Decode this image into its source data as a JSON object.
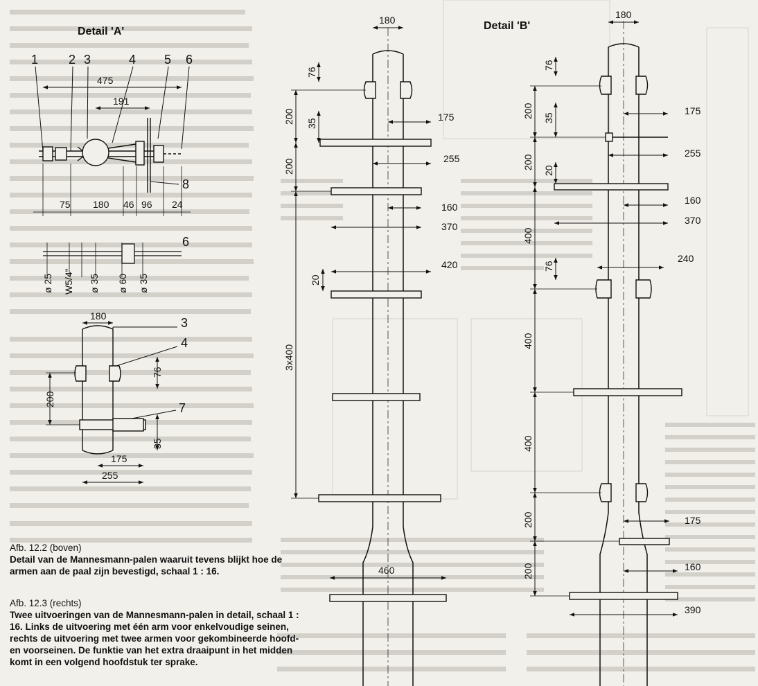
{
  "detail_a": {
    "title": "Detail 'A'",
    "part_labels": [
      "1",
      "2",
      "3",
      "4",
      "5",
      "6"
    ],
    "label_8": "8",
    "label_6b": "6",
    "label_3b": "3",
    "label_4b": "4",
    "label_7": "7",
    "dims": {
      "d475": "475",
      "d191": "191",
      "d75": "75",
      "d180": "180",
      "d46": "46",
      "d96": "96",
      "d24": "24",
      "phi25": "ø 25",
      "w": "W5/4\"",
      "phi35a": "ø 35",
      "phi60": "ø 60",
      "phi35b": "ø 35",
      "s180": "180",
      "s76": "76",
      "s200": "200",
      "s35": "35",
      "s175": "175",
      "s255": "255"
    }
  },
  "detail_mid": {
    "dims": {
      "d180": "180",
      "d76": "76",
      "d200a": "200",
      "d35": "35",
      "d175": "175",
      "d200b": "200",
      "d255": "255",
      "d160": "160",
      "d370": "370",
      "d420": "420",
      "d20": "20",
      "d3x400": "3x400",
      "d460": "460"
    }
  },
  "detail_b": {
    "title": "Detail 'B'",
    "dims": {
      "d180": "180",
      "d76a": "76",
      "d200a": "200",
      "d35": "35",
      "d175a": "175",
      "d200b": "200",
      "d20": "20",
      "d255": "255",
      "d160a": "160",
      "d370": "370",
      "d400a": "400",
      "d76b": "76",
      "d240": "240",
      "d400b": "400",
      "d400c": "400",
      "d200c": "200",
      "d175b": "175",
      "d200d": "200",
      "d160b": "160",
      "d390": "390"
    }
  },
  "captions": {
    "afb122_head": "Afb. 12.2 (boven)",
    "afb122_body": "Detail van de Mannesmann-palen waaruit tevens blijkt hoe de armen aan de paal zijn bevestigd, schaal 1 : 16.",
    "afb123_head": "Afb. 12.3 (rechts)",
    "afb123_body": "Twee uitvoeringen van de Mannesmann-palen in detail, schaal 1 : 16. Links de uitvoering met één arm voor enkelvoudige seinen, rechts de uitvoering met twee armen voor gekombineerde hoofd- en voorseinen. De funktie van het extra draaipunt in het midden komt in een volgend hoofdstuk ter sprake."
  }
}
